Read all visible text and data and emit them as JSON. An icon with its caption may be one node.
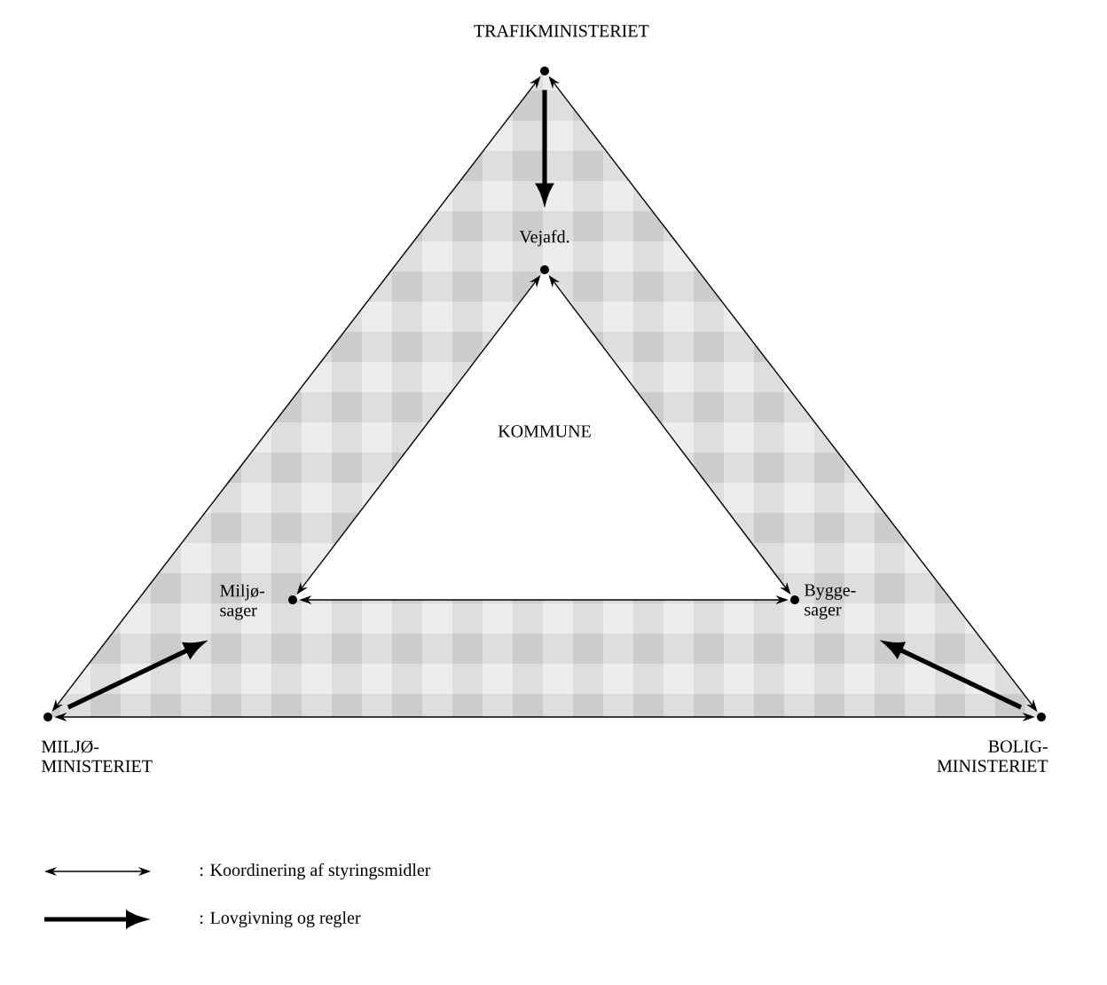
{
  "diagram": {
    "nodes": [
      {
        "text": [
          "TRAFIKMINISTERIET"
        ]
      },
      {
        "text": [
          "Vejafd."
        ]
      },
      {
        "text": [
          "Miljø- sager"
        ]
      },
      {
        "text": [
          "Bygge- sager"
        ]
      },
      {
        "text": [
          "MILJØ- MINISTERIET"
        ]
      },
      {
        "text": [
          "BOLIG- MINISTERIET"
        ]
      }
    ],
    "edges": [
      {
        "from": 0,
        "to": 4,
        "arrow": "both"
      },
      {
        "from": 0,
        "to": 5,
        "arrow": "both"
      },
      {
        "from": 4,
        "to": 5,
        "arrow": "both"
      },
      {
        "from": 1,
        "to": 2,
        "arrow": "both"
      },
      {
        "from": 1,
        "to": 3,
        "arrow": "both"
      },
      {
        "from": 2,
        "to": 3,
        "arrow": "both"
      },
      {
        "from": 0,
        "to": 1,
        "arrow": "to",
        "style": "thick"
      },
      {
        "from": 4,
        "to": 2,
        "arrow": "to",
        "style": "thick"
      },
      {
        "from": 5,
        "to": 3,
        "arrow": "to",
        "style": "thick"
      }
    ],
    "labels": [
      "KOMMUNE"
    ],
    "legend": [
      {
        "text": ": Koordinering af styringsmidler"
      },
      {
        "text": ": Lovgivning og regler"
      }
    ]
  }
}
